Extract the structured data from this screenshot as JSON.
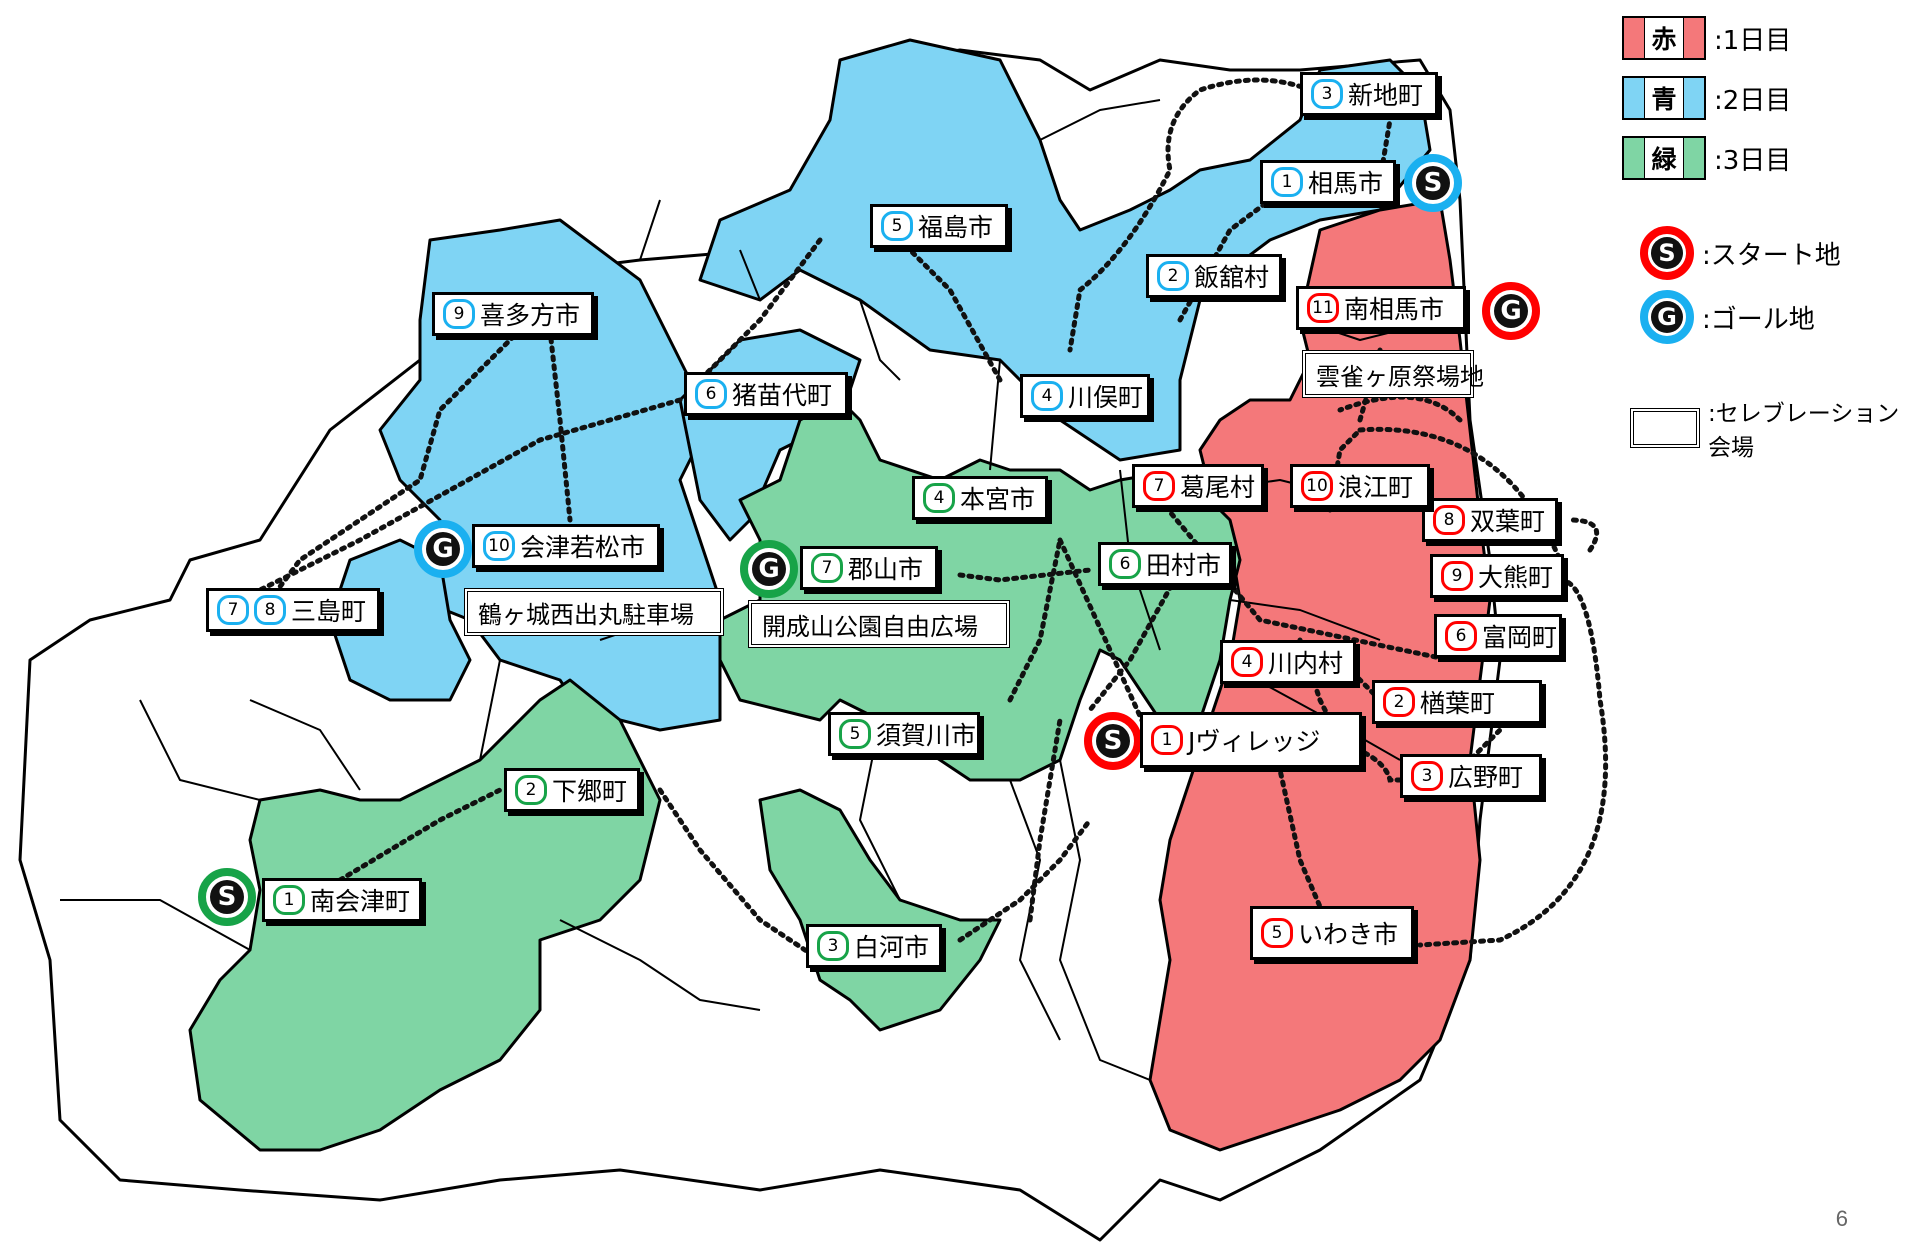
{
  "colors": {
    "red": "#f4787a",
    "blue": "#7fd4f4",
    "green": "#7fd5a4",
    "white": "#ffffff",
    "ring_red": "#ff0000",
    "ring_blue": "#1ab0f0",
    "ring_green": "#17a348"
  },
  "legend": {
    "days": [
      {
        "swatch_text": "赤",
        "label": ":1日目",
        "color": "red"
      },
      {
        "swatch_text": "青",
        "label": ":2日目",
        "color": "blue"
      },
      {
        "swatch_text": "緑",
        "label": ":3日目",
        "color": "green"
      }
    ],
    "start": {
      "marker": "S",
      "label": ":スタート地",
      "color": "red"
    },
    "goal": {
      "marker": "G",
      "label": ":ゴール地",
      "color": "blue"
    },
    "venue": {
      "label": ":セレブレーション会場"
    }
  },
  "page_number": "6",
  "day1": [
    {
      "num": "1",
      "name": "Jヴィレッジ"
    },
    {
      "num": "2",
      "name": "楢葉町"
    },
    {
      "num": "3",
      "name": "広野町"
    },
    {
      "num": "4",
      "name": "川内村"
    },
    {
      "num": "5",
      "name": "いわき市"
    },
    {
      "num": "6",
      "name": "富岡町"
    },
    {
      "num": "7",
      "name": "葛尾村"
    },
    {
      "num": "8",
      "name": "双葉町"
    },
    {
      "num": "9",
      "name": "大熊町"
    },
    {
      "num": "10",
      "name": "浪江町"
    },
    {
      "num": "11",
      "name": "南相馬市"
    }
  ],
  "day2": [
    {
      "num": "1",
      "name": "相馬市"
    },
    {
      "num": "2",
      "name": "飯舘村"
    },
    {
      "num": "3",
      "name": "新地町"
    },
    {
      "num": "4",
      "name": "川俣町"
    },
    {
      "num": "5",
      "name": "福島市"
    },
    {
      "num": "6",
      "name": "猪苗代町"
    },
    {
      "num": "7",
      "num2": "8",
      "name": "三島町"
    },
    {
      "num": "9",
      "name": "喜多方市"
    },
    {
      "num": "10",
      "name": "会津若松市"
    }
  ],
  "day3": [
    {
      "num": "1",
      "name": "南会津町"
    },
    {
      "num": "2",
      "name": "下郷町"
    },
    {
      "num": "3",
      "name": "白河市"
    },
    {
      "num": "4",
      "name": "本宮市"
    },
    {
      "num": "5",
      "name": "須賀川市"
    },
    {
      "num": "6",
      "name": "田村市"
    },
    {
      "num": "7",
      "name": "郡山市"
    }
  ],
  "venues": {
    "day1": "雲雀ヶ原祭場地",
    "day2": "鶴ヶ城西出丸駐車場",
    "day3": "開成山公園自由広場"
  },
  "markers": {
    "start": "S",
    "goal": "G"
  }
}
